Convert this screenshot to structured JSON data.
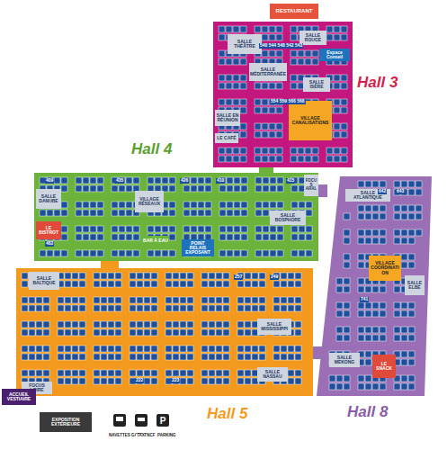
{
  "diagram": {
    "nodes": [
      {
        "text": [
          "RESTAURANT"
        ]
      },
      {
        "text": [
          "Hall 3"
        ]
      },
      {
        "text": [
          "SALLE THÉÂTRE"
        ],
        "in": 1
      },
      {
        "text": [
          "SALLE MÉDITERRANÉE"
        ],
        "in": 1
      },
      {
        "text": [
          "SALLE ROUGE"
        ],
        "in": 1
      },
      {
        "text": [
          "Espace Conseil"
        ],
        "in": 1
      },
      {
        "text": [
          "SALLE ISÈRE"
        ],
        "in": 1
      },
      {
        "text": [
          "SALLE EN RÉUNION"
        ],
        "in": 1
      },
      {
        "text": [
          "LE CAFÉ"
        ],
        "in": 1
      },
      {
        "text": [
          "VILLAGE CANALISATIONS"
        ],
        "in": 1
      },
      {
        "text": [
          "Hall 4"
        ]
      },
      {
        "text": [
          "SALLE DANUBE"
        ],
        "in": 10
      },
      {
        "text": [
          "LE BISTROT"
        ],
        "in": 10
      },
      {
        "text": [
          "VILLAGE RÉSEAUX"
        ],
        "in": 10
      },
      {
        "text": [
          "BAR À EAU"
        ],
        "in": 10
      },
      {
        "text": [
          "POINT RELAIS EXPOSANT"
        ],
        "in": 10
      },
      {
        "text": [
          "SALLE BOSPHORE"
        ],
        "in": 10
      },
      {
        "text": [
          "FOCUS ARAL"
        ],
        "in": 10
      },
      {
        "text": [
          "Hall 5"
        ]
      },
      {
        "text": [
          "SALLE BALTIQUE"
        ],
        "in": 18
      },
      {
        "text": [
          "SALLE MISSISSIPPI"
        ],
        "in": 18
      },
      {
        "text": [
          "SALLE NASSAU"
        ],
        "in": 18
      },
      {
        "text": [
          "FOCUS LOIRE"
        ],
        "in": 18
      },
      {
        "text": [
          "ACCUEIL VESTIAIRE"
        ]
      },
      {
        "text": [
          "EXPOSITION EXTÉRIEURE"
        ]
      },
      {
        "text": [
          "Hall 8"
        ]
      },
      {
        "text": [
          "SALLE ATLANTIQUE"
        ],
        "in": 25
      },
      {
        "text": [
          "VILLAGE COORDINATION"
        ],
        "in": 25
      },
      {
        "text": [
          "SALLE ELBE"
        ],
        "in": 25
      },
      {
        "text": [
          "SALLE MEKONG"
        ],
        "in": 25
      },
      {
        "text": [
          "LE SNACK"
        ],
        "in": 25
      }
    ],
    "labels": [
      "540 544 548 542 543",
      "554 559 566 568",
      "409",
      "482",
      "435",
      "426",
      "410",
      "415",
      "222",
      "223",
      "257",
      "249",
      "741",
      "642",
      "643",
      "NAVETTES GARE SNCF",
      "TAXI",
      "PARKING"
    ]
  }
}
